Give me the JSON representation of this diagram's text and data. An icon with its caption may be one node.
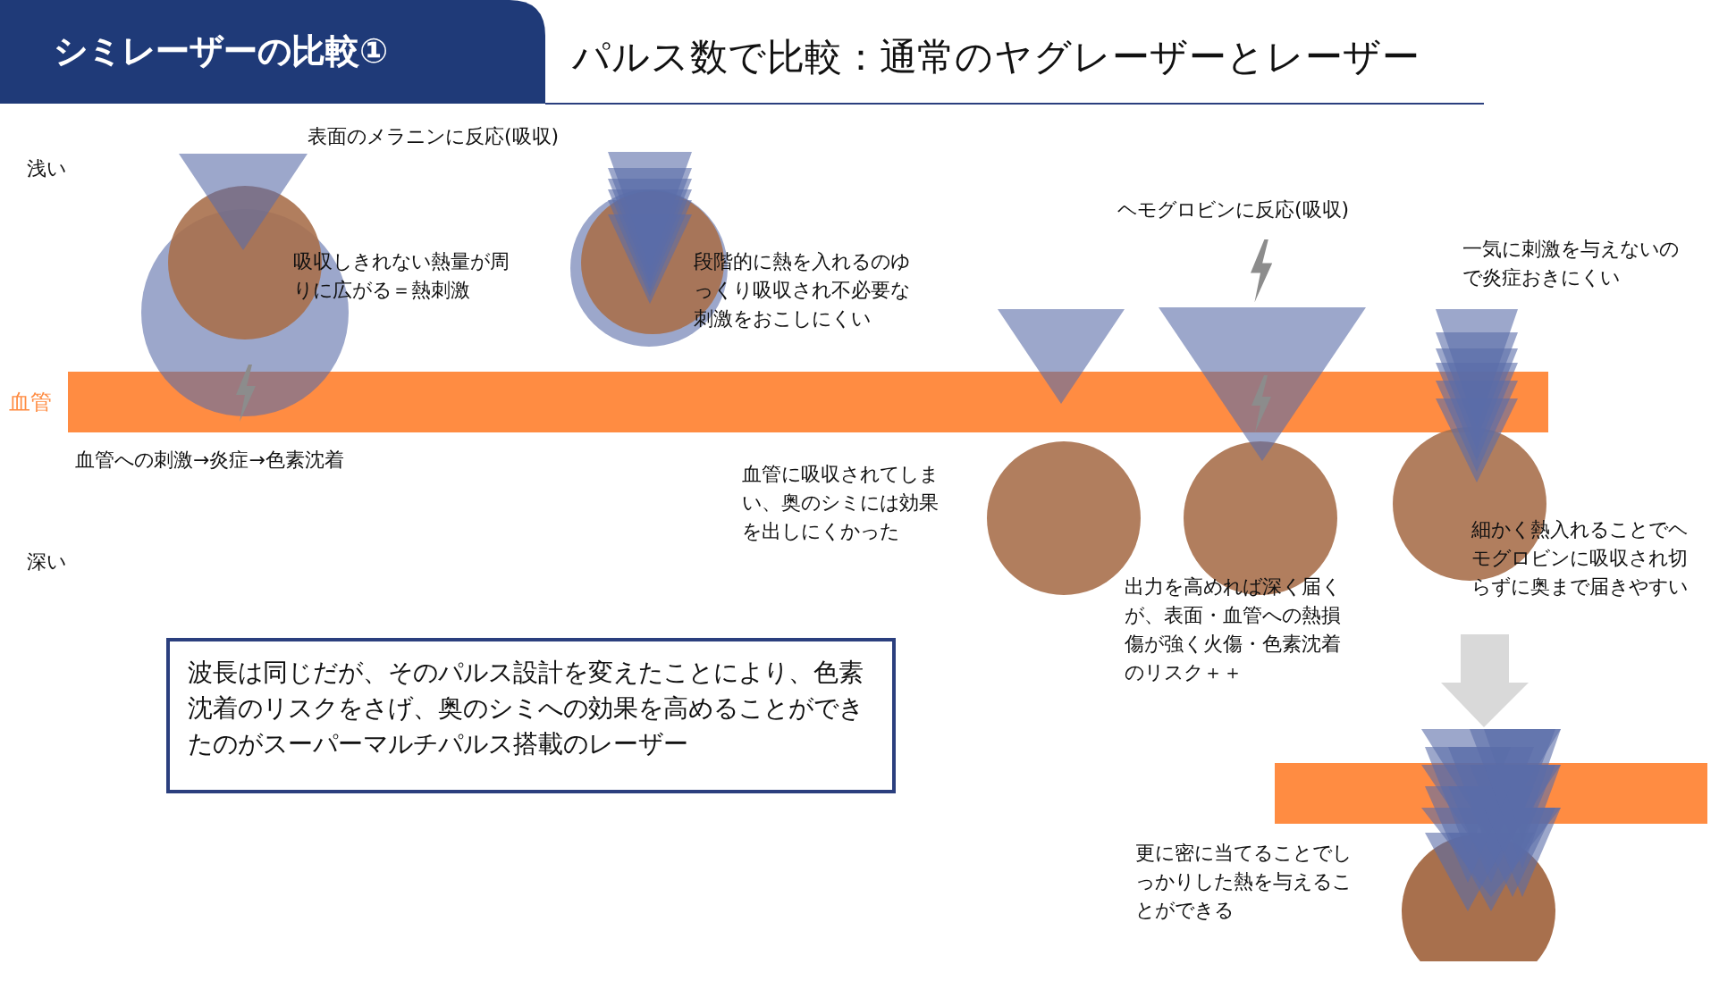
{
  "diagram": {
    "title": "パルス数で比較：通常のヤグレーザーとレーザー",
    "nodes": [
      {
        "text": [
          "波長は同じだが、そのパルス設計を変えたことにより、色素沈着のリスクをさげ、奥のシミへの効果を高めることができたのがスーパーマルチパルス搭載のレーザー"
        ]
      }
    ],
    "labels": [
      "シミレーザーの比較①",
      "表面のメラニンに反応(吸収)",
      "浅い",
      "吸収しきれない熱量が周りに広がる＝熱刺激",
      "段階的に熱を入れるのゆっくり吸収され不必要な刺激をおこしにくい",
      "ヘモグロビンに反応(吸収)",
      "一気に刺激を与えないので炎症おきにくい",
      "血管",
      "血管への刺激→炎症→色素沈着",
      "血管に吸収されてしまい、奥のシミには効果を出しにくかった",
      "深い",
      "細かく熱入れることでヘモグロビンに吸収され切らずに奥まで届きやすい",
      "出力を高めれば深く届くが、表面・血管への熱損傷が強く火傷・色素沈着のリスク＋＋",
      "更に密に当てることでしっかりした熱を与えることができる"
    ]
  }
}
